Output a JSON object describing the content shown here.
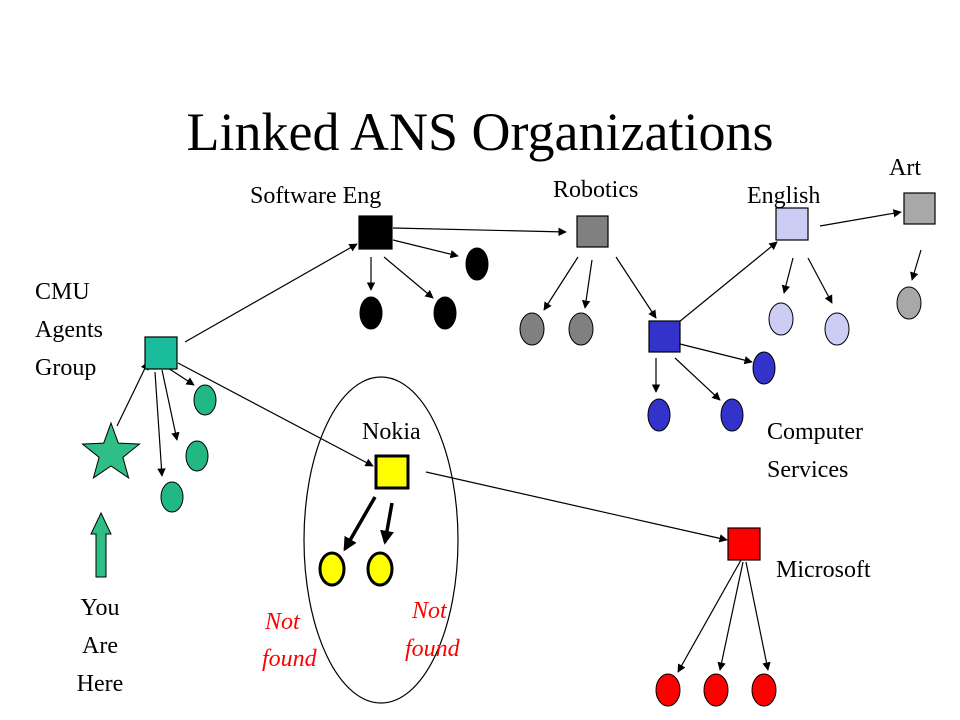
{
  "title": "Linked ANS Organizations",
  "labels": {
    "cmu_line1": "CMU",
    "cmu_line2": "Agents",
    "cmu_line3": "Group",
    "software_eng": "Software Eng",
    "robotics": "Robotics",
    "english": "English",
    "art": "Art",
    "nokia": "Nokia",
    "computer_services_line1": "Computer",
    "computer_services_line2": "Services",
    "microsoft": "Microsoft",
    "you_line1": "You",
    "you_line2": "Are",
    "you_line3": "Here",
    "not_found_1_line1": "Not",
    "not_found_1_line2": "found",
    "not_found_2_line1": "Not",
    "not_found_2_line2": "found"
  },
  "colors": {
    "cmu": "#1abc9c",
    "cmu_agents": "#22b884",
    "software_eng": "#000000",
    "robotics": "#808080",
    "computer_services": "#3333cc",
    "english": "#ccccf5",
    "art": "#a8a8a8",
    "nokia": "#ffff00",
    "microsoft": "#ff0000",
    "you": "#2fbf86",
    "not_found": "#ff0000"
  }
}
